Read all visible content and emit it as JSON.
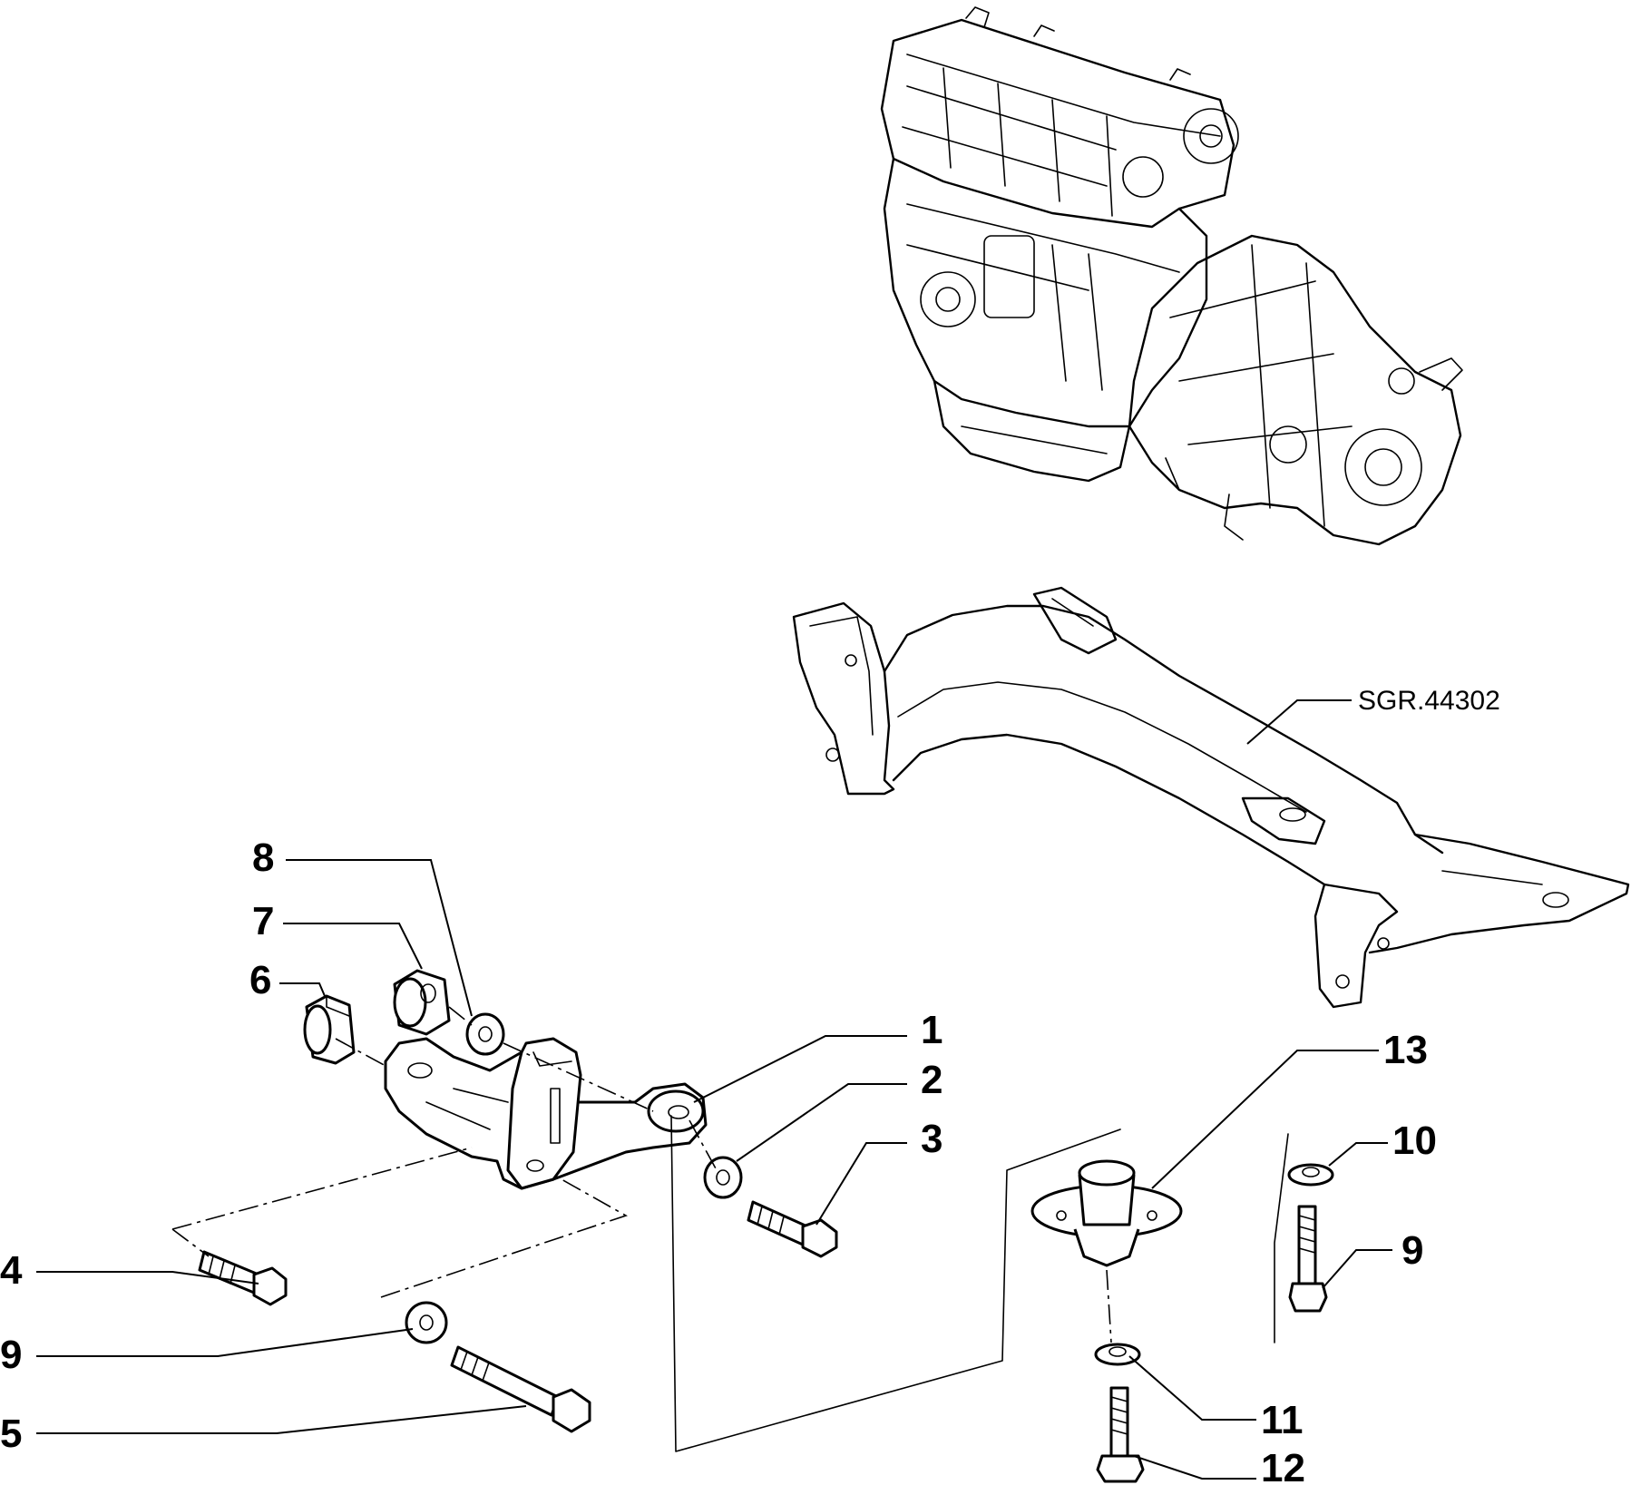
{
  "reference": "SGR.44302",
  "callouts": [
    {
      "id": "c1",
      "text": "1"
    },
    {
      "id": "c2",
      "text": "2"
    },
    {
      "id": "c3",
      "text": "3"
    },
    {
      "id": "c4",
      "text": "4"
    },
    {
      "id": "c5",
      "text": "5"
    },
    {
      "id": "c6",
      "text": "6"
    },
    {
      "id": "c7",
      "text": "7"
    },
    {
      "id": "c8",
      "text": "8"
    },
    {
      "id": "c9a",
      "text": "9"
    },
    {
      "id": "c9b",
      "text": "9"
    },
    {
      "id": "c10",
      "text": "10"
    },
    {
      "id": "c11",
      "text": "11"
    },
    {
      "id": "c12",
      "text": "12"
    },
    {
      "id": "c13",
      "text": "13"
    }
  ]
}
